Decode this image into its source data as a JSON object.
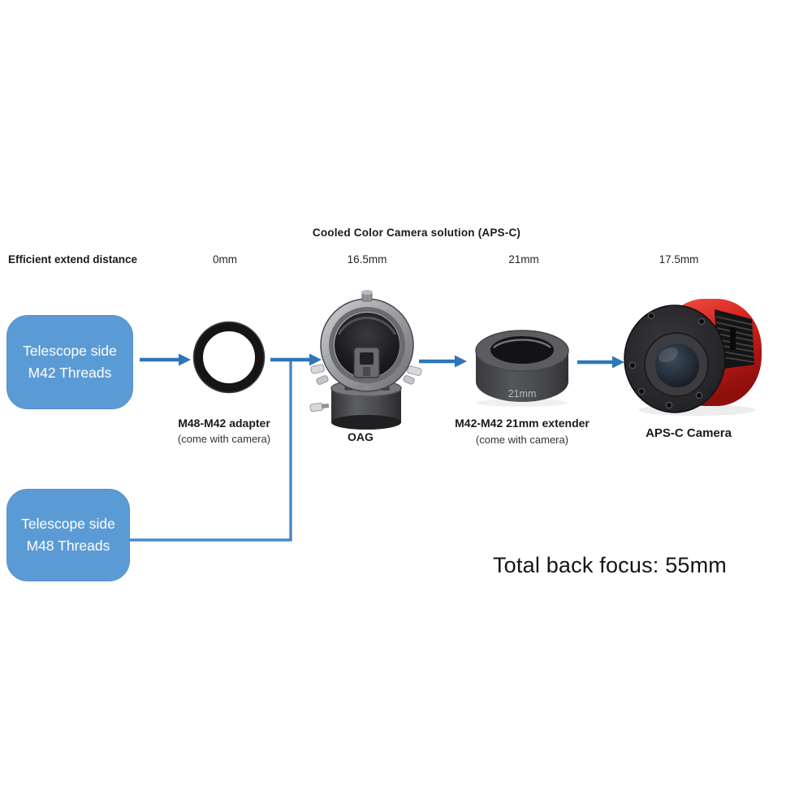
{
  "title": "Cooled Color Camera solution (APS-C)",
  "header": {
    "label": "Efficient extend distance",
    "measurements": [
      {
        "value": "0mm"
      },
      {
        "value": "16.5mm"
      },
      {
        "value": "21mm"
      },
      {
        "value": "17.5mm"
      }
    ]
  },
  "inputs": {
    "m42": {
      "line1": "Telescope side",
      "line2": "M42 Threads"
    },
    "m48": {
      "line1": "Telescope side",
      "line2": "M48 Threads"
    }
  },
  "components": {
    "adapter": {
      "name": "M48-M42 adapter",
      "note": "(come with camera)"
    },
    "oag": {
      "name": "OAG"
    },
    "extender": {
      "name": "M42-M42 21mm extender",
      "note": "(come with camera)",
      "marking": "21mm"
    },
    "camera": {
      "name": "APS-C Camera"
    }
  },
  "total_back_focus": "Total back focus: 55mm",
  "colors": {
    "box_blue": "#5b9bd5",
    "arrow_blue": "#2e76b8",
    "connector_blue": "#4788c8",
    "camera_red": "#d41f1a",
    "text_dark": "#1a1a1a",
    "background": "#ffffff"
  }
}
